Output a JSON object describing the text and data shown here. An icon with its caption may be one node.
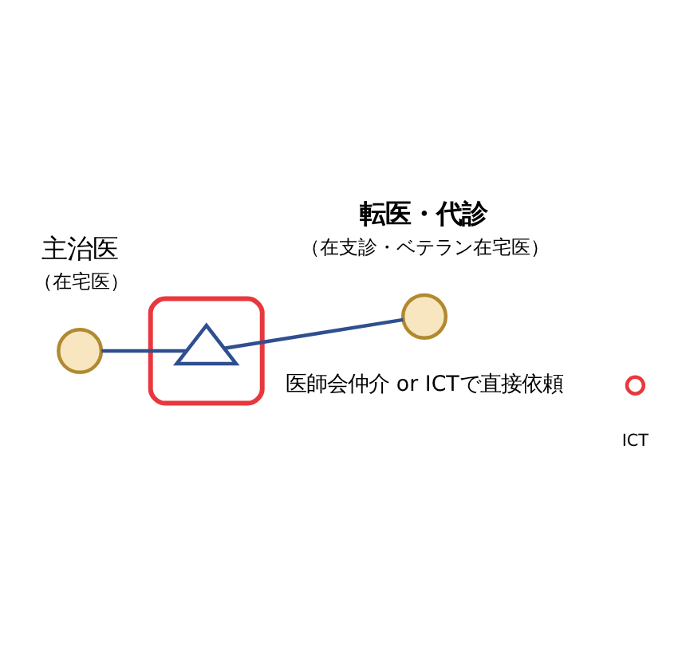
{
  "diagram": {
    "nodes": [
      {
        "text": [],
        "shape": "ellipse"
      },
      {
        "text": [],
        "shape": "circle",
        "beside": [
          "主治医",
          "（在宅医）"
        ]
      },
      {
        "text": [],
        "shape": "triangle",
        "in": 0
      },
      {
        "text": [],
        "shape": "circle",
        "beside": [
          "転医・代診",
          "（在支診・ベテラン在宅医）"
        ]
      }
    ],
    "edges": [
      {
        "from": 1,
        "to": 2,
        "arrow": "none"
      },
      {
        "from": 2,
        "to": 3,
        "arrow": "none"
      }
    ],
    "labels": [
      "医師会仲介 or ICTで直接依頼"
    ],
    "legend": [
      {
        "text": "ICT"
      }
    ]
  }
}
